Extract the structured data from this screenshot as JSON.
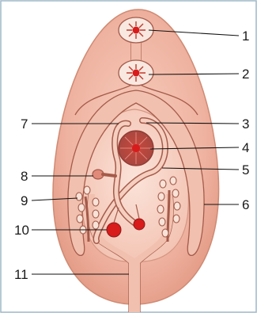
{
  "colors": {
    "background": "#ffffff",
    "frame": "#9fb7c7",
    "body_fill": "#efb6a3",
    "body_edge": "#cf8a73",
    "duct_fill": "#f5c7b7",
    "duct_edge": "#a55a4a",
    "cell_fill": "#b84e44",
    "cell_core": "#d81b1b",
    "leader": "#111111"
  },
  "labels": {
    "n1": "1",
    "n2": "2",
    "n3": "3",
    "n4": "4",
    "n5": "5",
    "n6": "6",
    "n7": "7",
    "n8": "8",
    "n9": "9",
    "n10": "10",
    "n11": "11"
  }
}
